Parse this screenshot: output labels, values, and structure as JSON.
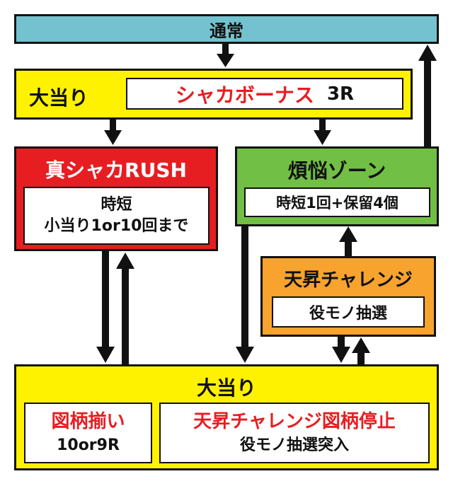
{
  "colors": {
    "normal_bg": "#74c2cf",
    "yellow": "#fff200",
    "red_box": "#e61e22",
    "green_box": "#71bf44",
    "orange_box": "#f7a32e",
    "red_text": "#e61e22",
    "border": "#111111",
    "arrow": "#111111"
  },
  "normal": {
    "label": "通常"
  },
  "jackpot_top": {
    "label": "大当り",
    "bonus_name": "シャカボーナス",
    "bonus_rounds": "3R"
  },
  "shinshaka_rush": {
    "title": "真シャカRUSH",
    "detail_line1": "時短",
    "detail_line2": "小当り1or10回まで"
  },
  "bonno_zone": {
    "title": "煩悩ゾーン",
    "detail": "時短1回+保留4個"
  },
  "tensho_challenge": {
    "title": "天昇チャレンジ",
    "detail": "役モノ抽選"
  },
  "jackpot_bottom": {
    "label": "大当り",
    "left_title": "図柄揃い",
    "left_detail": "10or9R",
    "right_title": "天昇チャレンジ図柄停止",
    "right_detail": "役モノ抽選突入"
  }
}
